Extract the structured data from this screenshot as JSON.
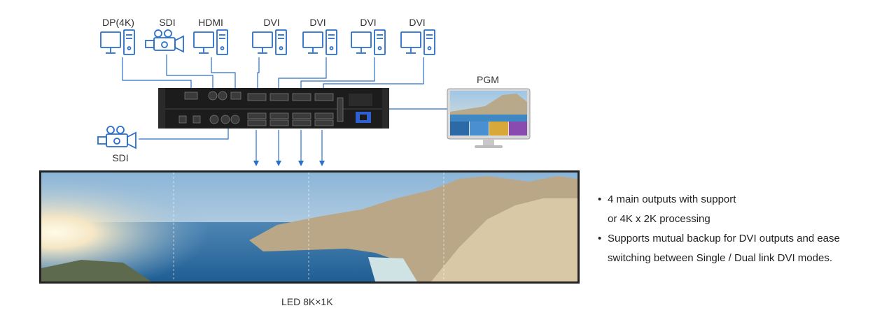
{
  "inputs": [
    {
      "label": "DP(4K)",
      "type": "computer"
    },
    {
      "label": "SDI",
      "type": "camera"
    },
    {
      "label": "HDMI",
      "type": "computer"
    },
    {
      "label": "DVI",
      "type": "computer"
    },
    {
      "label": "DVI",
      "type": "computer"
    },
    {
      "label": "DVI",
      "type": "computer"
    },
    {
      "label": "DVI",
      "type": "computer"
    }
  ],
  "extra_input": {
    "label": "SDI",
    "type": "camera"
  },
  "pgm": {
    "label": "PGM"
  },
  "led": {
    "label": "LED 8K×1K"
  },
  "features": [
    {
      "bullet": "•",
      "lines": [
        "4 main outputs with support",
        "or 4K x 2K processing"
      ]
    },
    {
      "bullet": "•",
      "lines": [
        "Supports mutual backup for DVI outputs and ease",
        "switching between Single / Dual link DVI modes."
      ]
    }
  ],
  "colors": {
    "line": "#2a6fc9",
    "icon": "#2a6fc9"
  }
}
